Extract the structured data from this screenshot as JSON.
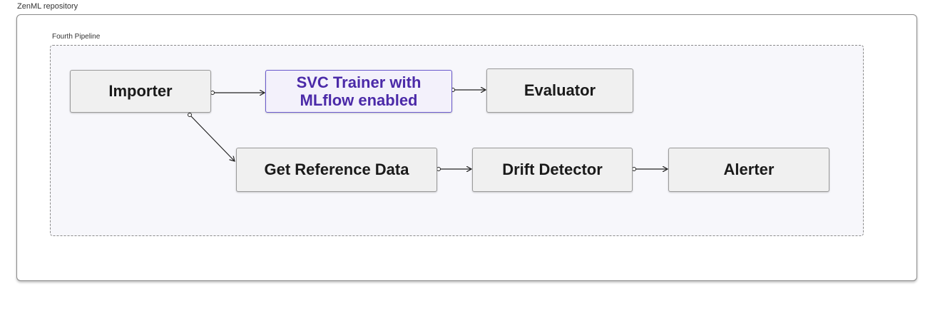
{
  "repository": {
    "label": "ZenML repository"
  },
  "pipeline": {
    "label": "Fourth Pipeline"
  },
  "nodes": {
    "importer": "Importer",
    "svc_trainer": "SVC Trainer with MLflow enabled",
    "evaluator": "Evaluator",
    "get_reference_data": "Get Reference Data",
    "drift_detector": "Drift Detector",
    "alerter": "Alerter"
  },
  "edges": [
    {
      "from": "importer",
      "to": "svc_trainer"
    },
    {
      "from": "svc_trainer",
      "to": "evaluator"
    },
    {
      "from": "importer",
      "to": "get_reference_data"
    },
    {
      "from": "get_reference_data",
      "to": "drift_detector"
    },
    {
      "from": "drift_detector",
      "to": "alerter"
    }
  ],
  "colors": {
    "highlight_text": "#4b2aa8",
    "highlight_border": "#6a5acd",
    "node_fill": "#f0f0f0"
  }
}
